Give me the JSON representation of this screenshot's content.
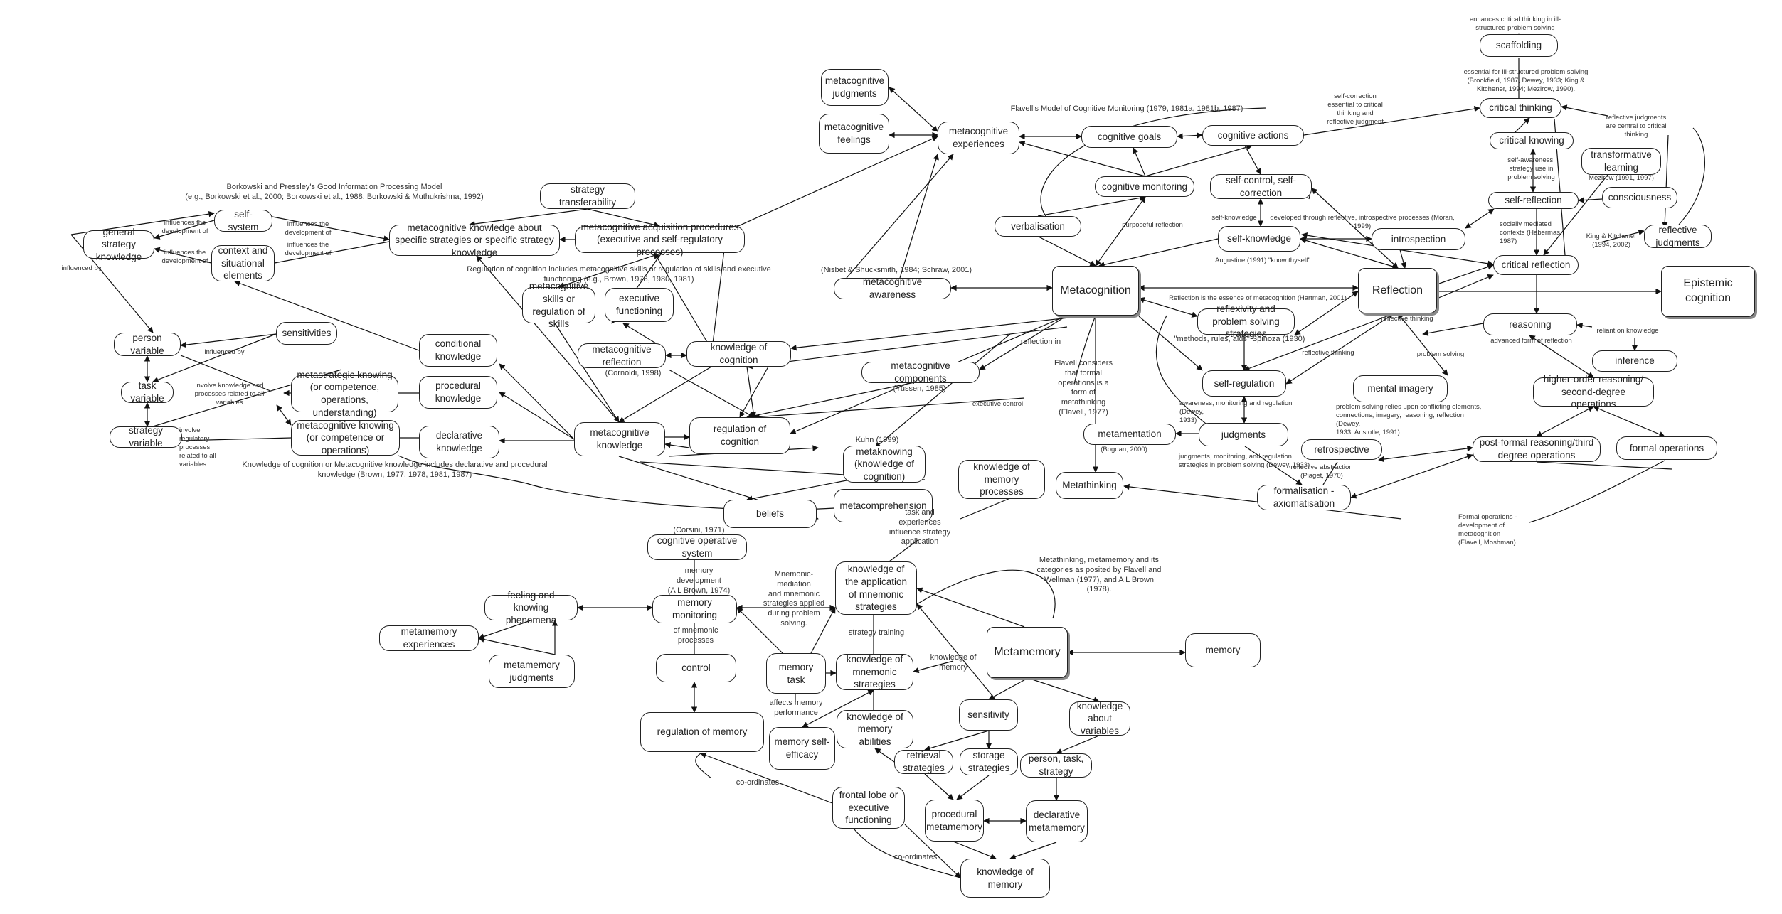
{
  "nodes": [
    {
      "id": "scaffolding",
      "label": "scaffolding"
    },
    {
      "id": "critical_thinking",
      "label": "critical thinking"
    },
    {
      "id": "critical_knowing",
      "label": "critical knowing"
    },
    {
      "id": "transformative_learning",
      "label": "transformative learning"
    },
    {
      "id": "self_reflection",
      "label": "self-reflection"
    },
    {
      "id": "consciousness",
      "label": "consciousness"
    },
    {
      "id": "reflective_judgments",
      "label": "reflective judgments"
    },
    {
      "id": "critical_reflection",
      "label": "critical reflection"
    },
    {
      "id": "epistemic_cognition",
      "label": "Epistemic cognition"
    },
    {
      "id": "reasoning",
      "label": "reasoning"
    },
    {
      "id": "inference",
      "label": "inference"
    },
    {
      "id": "higher_order",
      "label": "higher-order reasoning/ second-degree operations"
    },
    {
      "id": "post_formal",
      "label": "post-formal reasoning/third degree operations"
    },
    {
      "id": "formal_operations",
      "label": "formal operations"
    },
    {
      "id": "reflection",
      "label": "Reflection"
    },
    {
      "id": "introspection",
      "label": "introspection"
    },
    {
      "id": "self_knowledge",
      "label": "self-knowledge"
    },
    {
      "id": "self_control",
      "label": "self-control, self-correction"
    },
    {
      "id": "cognitive_actions",
      "label": "cognitive actions"
    },
    {
      "id": "cognitive_goals",
      "label": "cognitive goals"
    },
    {
      "id": "cognitive_monitoring",
      "label": "cognitive monitoring"
    },
    {
      "id": "verbalisation",
      "label": "verbalisation"
    },
    {
      "id": "metacognitive_experiences",
      "label": "metacognitive experiences"
    },
    {
      "id": "metacognitive_judgments",
      "label": "metacognitive judgments"
    },
    {
      "id": "metacognitive_feelings",
      "label": "metacognitive feelings"
    },
    {
      "id": "metacognition",
      "label": "Metacognition"
    },
    {
      "id": "reflexivity",
      "label": "reflexivity and problem solving strategies"
    },
    {
      "id": "self_regulation",
      "label": "self-regulation"
    },
    {
      "id": "mental_imagery",
      "label": "mental imagery"
    },
    {
      "id": "judgments",
      "label": "judgments"
    },
    {
      "id": "metamentation",
      "label": "metamentation"
    },
    {
      "id": "retrospective",
      "label": "retrospective"
    },
    {
      "id": "formalisation",
      "label": "formalisation - axiomatisation"
    },
    {
      "id": "metathinking",
      "label": "Metathinking"
    },
    {
      "id": "metacognitive_awareness",
      "label": "metacognitive awareness"
    },
    {
      "id": "metacognitive_components",
      "label": "metacognitive components"
    },
    {
      "id": "strategy_transferability",
      "label": "strategy transferability"
    },
    {
      "id": "mk_specific",
      "label": "metacognitive knowledge about specific strategies or specific strategy knowledge"
    },
    {
      "id": "acquisition_procedures",
      "label": "metacognitive acquisition procedures (executive and self-regulatory processes)"
    },
    {
      "id": "self_system",
      "label": "self-system"
    },
    {
      "id": "general_strategy",
      "label": "general strategy knowledge"
    },
    {
      "id": "context_elements",
      "label": "context and situational elements"
    },
    {
      "id": "meta_skills",
      "label": "metacognitive skills or regulation of skills"
    },
    {
      "id": "executive_functioning",
      "label": "executive functioning"
    },
    {
      "id": "meta_reflection",
      "label": "metacognitive reflection"
    },
    {
      "id": "knowledge_of_cognition",
      "label": "knowledge of cognition"
    },
    {
      "id": "regulation_of_cognition",
      "label": "regulation of cognition"
    },
    {
      "id": "metacognitive_knowledge",
      "label": "metacognitive knowledge"
    },
    {
      "id": "conditional_knowledge",
      "label": "conditional knowledge"
    },
    {
      "id": "procedural_knowledge",
      "label": "procedural knowledge"
    },
    {
      "id": "declarative_knowledge",
      "label": "declarative knowledge"
    },
    {
      "id": "metastrategic",
      "label": "metastrategic knowing (or competence, operations, understanding)"
    },
    {
      "id": "metacognitive_knowing",
      "label": "metacognitive knowing (or competence or operations)"
    },
    {
      "id": "sensitivities",
      "label": "sensitivities"
    },
    {
      "id": "person_variable",
      "label": "person variable"
    },
    {
      "id": "task_variable",
      "label": "task variable"
    },
    {
      "id": "strategy_variable",
      "label": "strategy variable"
    },
    {
      "id": "metaknowing",
      "label": "metaknowing (knowledge of cognition)"
    },
    {
      "id": "metacomprehension",
      "label": "metacomprehension"
    },
    {
      "id": "beliefs",
      "label": "beliefs"
    },
    {
      "id": "knowledge_memory_processes",
      "label": "knowledge of memory processes"
    },
    {
      "id": "cognitive_operative",
      "label": "cognitive operative system"
    },
    {
      "id": "memory_monitoring",
      "label": "memory monitoring"
    },
    {
      "id": "feeling_knowing",
      "label": "feeling and knowing phenomena"
    },
    {
      "id": "metamemory_experiences",
      "label": "metamemory experiences"
    },
    {
      "id": "metamemory_judgments",
      "label": "metamemory judgments"
    },
    {
      "id": "control",
      "label": "control"
    },
    {
      "id": "regulation_of_memory",
      "label": "regulation of memory"
    },
    {
      "id": "memory_task",
      "label": "memory task"
    },
    {
      "id": "memory_self_efficacy",
      "label": "memory self-efficacy"
    },
    {
      "id": "knowledge_application",
      "label": "knowledge of the application of mnemonic strategies"
    },
    {
      "id": "knowledge_mnemonic",
      "label": "knowledge of mnemonic strategies"
    },
    {
      "id": "knowledge_abilities",
      "label": "knowledge of memory abilities"
    },
    {
      "id": "metamemory",
      "label": "Metamemory"
    },
    {
      "id": "memory",
      "label": "memory"
    },
    {
      "id": "sensitivity",
      "label": "sensitivity"
    },
    {
      "id": "knowledge_variables",
      "label": "knowledge about variables"
    },
    {
      "id": "retrieval_strategies",
      "label": "retrieval strategies"
    },
    {
      "id": "storage_strategies",
      "label": "storage strategies"
    },
    {
      "id": "person_task_strategy",
      "label": "person, task, strategy"
    },
    {
      "id": "frontal_lobe",
      "label": "frontal lobe or executive functioning"
    },
    {
      "id": "procedural_metamemory",
      "label": "procedural metamemory"
    },
    {
      "id": "declarative_metamemory",
      "label": "declarative metamemory"
    },
    {
      "id": "knowledge_of_memory",
      "label": "knowledge of memory"
    }
  ],
  "labels": [
    {
      "id": "enhances_ct",
      "text": "enhances critical thinking in ill-\nstructured problem solving"
    },
    {
      "id": "essential_ill",
      "text": "essential for ill-structured problem solving\n(Brookfield, 1987, Dewey, 1933; King &\nKitchener, 1994; Mezirow, 1990)."
    },
    {
      "id": "self_correction_essential",
      "text": "self-correction\nessential to critical\nthinking and\nreflective judgment"
    },
    {
      "id": "reflective_judgments_central",
      "text": "reflective judgments\nare central to critical\nthinking"
    },
    {
      "id": "self_awareness",
      "text": "self-awareness,\nstrategy use in\nproblem solving"
    },
    {
      "id": "mezirow",
      "text": "Mezirow (1991, 1997)"
    },
    {
      "id": "socially_mediated",
      "text": "socially mediated\ncontexts (Habermas,\n1987)"
    },
    {
      "id": "king_kitchener",
      "text": "King & Kitchener\n(1994, 2002)"
    },
    {
      "id": "flavell_model",
      "text": "Flavell's Model of Cognitive Monitoring (1979, 1981a, 1981b, 1987)"
    },
    {
      "id": "self_knowledge_lbl",
      "text": "self-knowledge"
    },
    {
      "id": "developed_through",
      "text": "developed through reflective, introspective processes (Moran, 1999)"
    },
    {
      "id": "purposeful_reflection",
      "text": "purposeful reflection"
    },
    {
      "id": "augustine",
      "text": "Augustine (1991) \"know thyself\""
    },
    {
      "id": "reflection_essence",
      "text": "Reflection is the essence of metacognition (Hartman, 2001)"
    },
    {
      "id": "reflective_thinking_1",
      "text": "reflective thinking"
    },
    {
      "id": "reflective_thinking_2",
      "text": "reflective thinking"
    },
    {
      "id": "methods_rules",
      "text": "\"methods, rules, aids\" Spinoza (1930)"
    },
    {
      "id": "advanced_form",
      "text": "advanced form of reflection"
    },
    {
      "id": "reliant_knowledge",
      "text": "reliant on knowledge"
    },
    {
      "id": "problem_solving",
      "text": "problem solving"
    },
    {
      "id": "awareness_monitoring",
      "text": "awareness, monitoring and regulation (Dewey,\n1933)"
    },
    {
      "id": "problem_solving_relies",
      "text": "problem solving relies upon conflicting elements,\nconnections, imagery, reasoning, reflection (Dewey,\n1933, Aristotle, 1991)"
    },
    {
      "id": "bogdan",
      "text": "(Bogdan, 2000)"
    },
    {
      "id": "judgments_monitoring",
      "text": "judgments, monitoring, and regulation\nstrategies in problem solving (Dewey, 1933)"
    },
    {
      "id": "reflective_abstraction",
      "text": "reflective abstraction\n(Piaget, 1970)"
    },
    {
      "id": "formal_ops_dev",
      "text": "Formal operations -\ndevelopment of\nmetacognition\n(Flavell, Moshman)"
    },
    {
      "id": "nisbet",
      "text": "(Nisbet & Shucksmith, 1984; Schraw, 2001)"
    },
    {
      "id": "reflection_in",
      "text": "reflection in"
    },
    {
      "id": "flavell_considers",
      "text": "Flavell considers\nthat formal\noperations is a\nform of\nmetathinking\n(Flavell, 1977)"
    },
    {
      "id": "yussen",
      "text": "(Yussen, 1985)"
    },
    {
      "id": "executive_control",
      "text": "executive control"
    },
    {
      "id": "kuhn",
      "text": "Kuhn (1999)"
    },
    {
      "id": "borkowski_title",
      "text": "Borkowski and Pressley's Good Information Processing Model\n(e.g., Borkowski et al., 2000; Borkowski et al., 1988; Borkowski & Muthukrishna, 1992)"
    },
    {
      "id": "influences_1",
      "text": "influences the\ndevelopment of"
    },
    {
      "id": "influences_2",
      "text": "influences the\ndevelopment of"
    },
    {
      "id": "influences_3",
      "text": "influences the\ndevelopment of"
    },
    {
      "id": "influences_4",
      "text": "influences the\ndevelopment of"
    },
    {
      "id": "influenced_by_1",
      "text": "influenced by"
    },
    {
      "id": "influenced_by_2",
      "text": "influenced by"
    },
    {
      "id": "involve_knowledge",
      "text": "involve knowledge and\nprocesses related to all\nvariables"
    },
    {
      "id": "involve_regulatory",
      "text": "involve regulatory\nprocesses related to all\nvariables"
    },
    {
      "id": "regulation_includes",
      "text": "Regulation of cognition includes metacognitive skills or regulation of skills and executive\nfunctioning (e.g., Brown, 1978, 1980, 1981)"
    },
    {
      "id": "cornoldi",
      "text": "(Cornoldi, 1998)"
    },
    {
      "id": "knowledge_includes",
      "text": "Knowledge of cognition or Metacognitive knowledge includes declarative and procedural\nknowledge (Brown, 1977, 1978, 1981, 1987)"
    },
    {
      "id": "corsini",
      "text": "(Corsini, 1971)"
    },
    {
      "id": "memory_development",
      "text": "memory\ndevelopment\n(A L Brown, 1974)"
    },
    {
      "id": "of_mnemonic",
      "text": "of mnemonic\nprocesses"
    },
    {
      "id": "mnemonic_mediation",
      "text": "Mnemonic-mediation\nand mnemonic\nstrategies applied\nduring problem\nsolving."
    },
    {
      "id": "task_experiences",
      "text": "task and\nexperiences\ninfluence strategy\napplication"
    },
    {
      "id": "metathinking_metamemory",
      "text": "Metathinking, metamemory and its\ncategories as posited by Flavell and\nWellman (1977), and A L Brown\n(1978)."
    },
    {
      "id": "strategy_training",
      "text": "strategy training"
    },
    {
      "id": "knowledge_of_memory_lbl",
      "text": "knowledge of\nmemory"
    },
    {
      "id": "affects_memory",
      "text": "affects memory\nperformance"
    },
    {
      "id": "co_ordinates_1",
      "text": "co-ordinates"
    },
    {
      "id": "co_ordinates_2",
      "text": "co-ordinates"
    }
  ]
}
